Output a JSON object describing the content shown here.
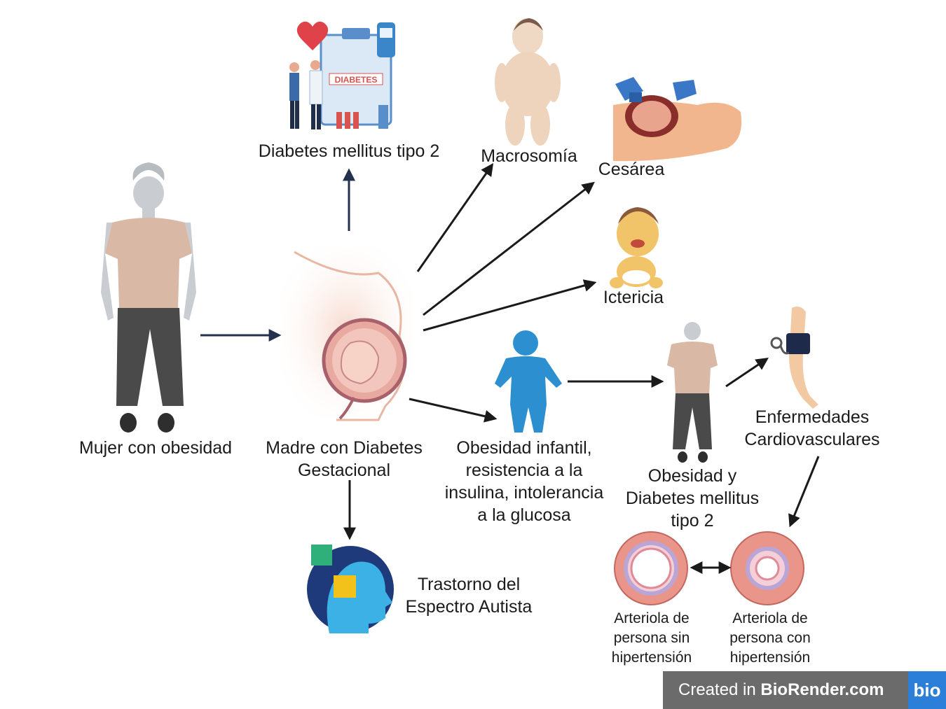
{
  "labels": {
    "obese_woman": "Mujer con obesidad",
    "gdm_mother_line1": "Madre con Diabetes",
    "gdm_mother_line2": "Gestacional",
    "dm2_top": "Diabetes mellitus tipo 2",
    "diabetes_board": "DIABETES",
    "macrosomia": "Macrosomía",
    "cesarea": "Cesárea",
    "ictericia": "Ictericia",
    "child_line1": "Obesidad infantil,",
    "child_line2": "resistencia a la",
    "child_line3": "insulina, intolerancia",
    "child_line4": "a la glucosa",
    "adult_line1": "Obesidad y",
    "adult_line2": "Diabetes mellitus",
    "adult_line3": "tipo 2",
    "cardio_line1": "Enfermedades",
    "cardio_line2": "Cardiovasculares",
    "asd_line1": "Trastorno del",
    "asd_line2": "Espectro Autista",
    "art_normal_line1": "Arteriola de",
    "art_normal_line2": "persona sin",
    "art_normal_line3": "hipertensión",
    "art_hyper_line1": "Arteriola de",
    "art_hyper_line2": "persona con",
    "art_hyper_line3": "hipertensión"
  },
  "badge": {
    "prefix": "Created in ",
    "brand": "BioRender.com",
    "logo": "bio"
  },
  "colors": {
    "arrow_dark": "#1a1a1a",
    "arrow_navy": "#23314f",
    "skin": "#f3c9a4",
    "shirt": "#d9b8a6",
    "pants": "#4a4a4a",
    "figure_gray": "#c9cdd1",
    "child_blue": "#2b8fd0",
    "artery_outer": "#e9958a",
    "artery_inner": "#b9a6d6",
    "badge_bg": "#6b6b6b",
    "badge_logo": "#2c7fd8"
  }
}
